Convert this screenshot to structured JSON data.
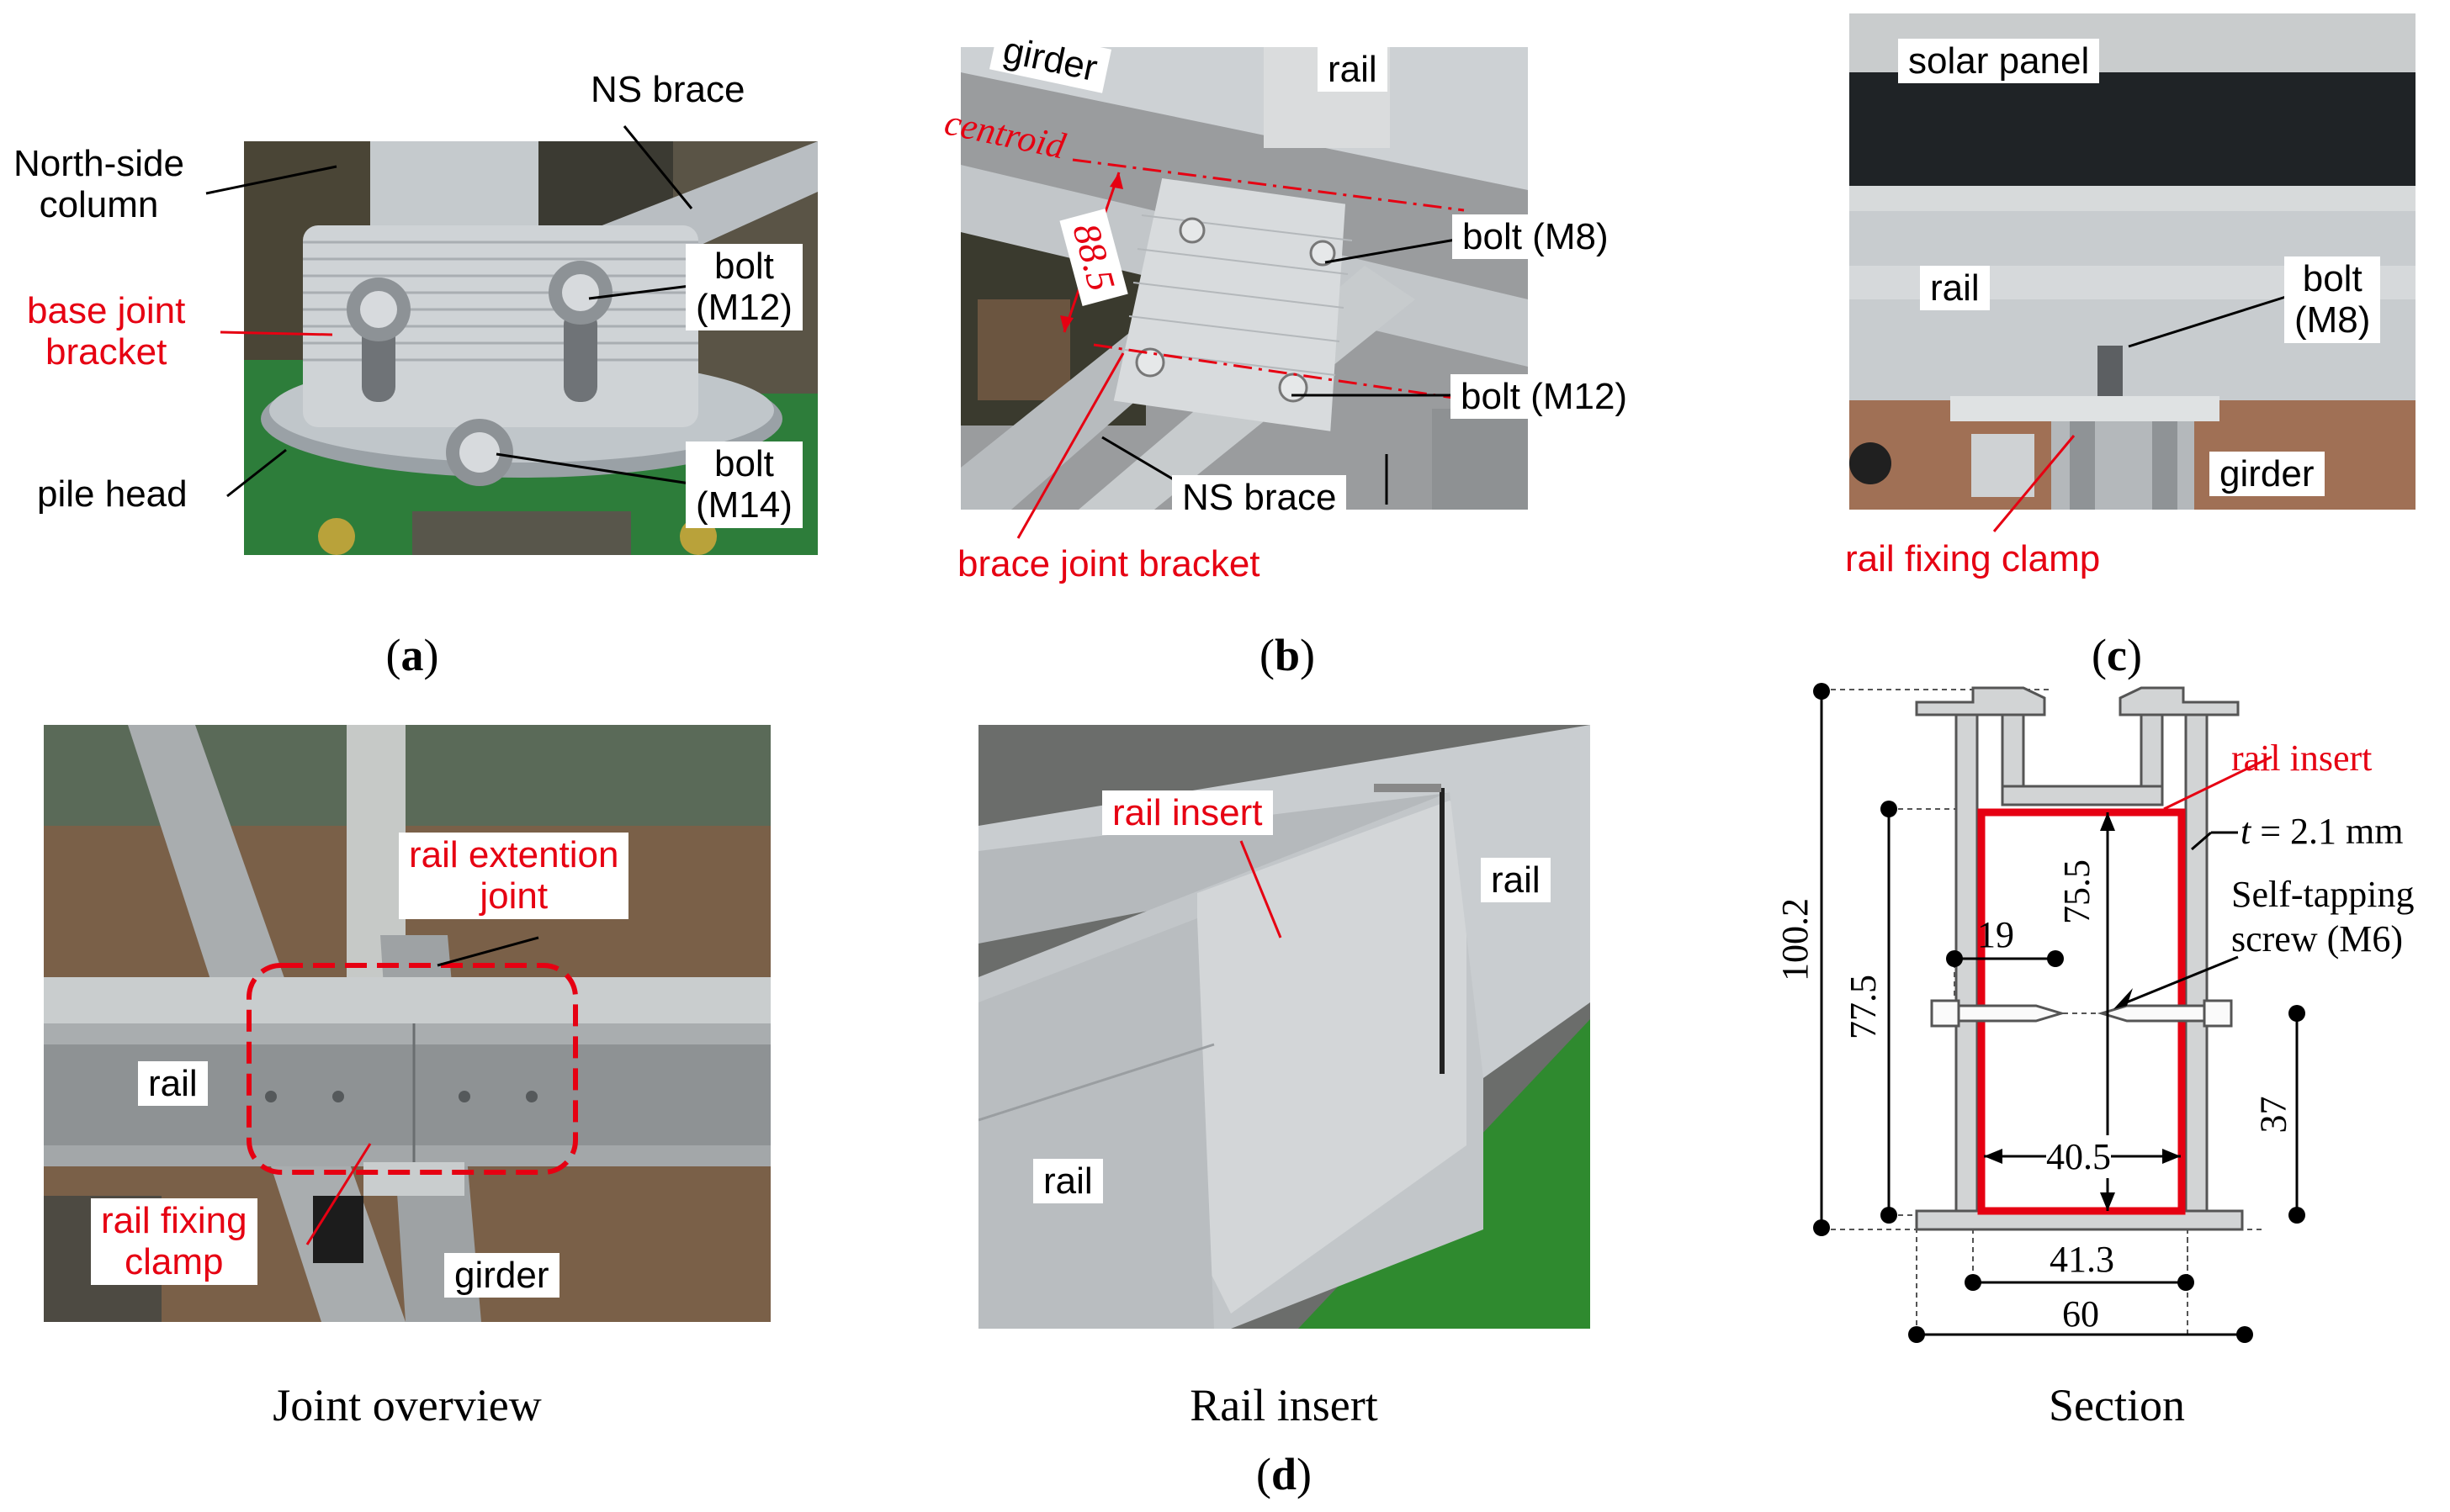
{
  "panel_a": {
    "caption": "a",
    "labels": {
      "ns_brace": "NS brace",
      "north_side_column": "North-side\ncolumn",
      "base_joint_bracket": "base joint\nbracket",
      "bolt_m12": "bolt\n(M12)",
      "pile_head": "pile head",
      "bolt_m14": "bolt\n(M14)"
    }
  },
  "panel_b": {
    "caption": "b",
    "labels": {
      "girder": "girder",
      "rail": "rail",
      "centroid": "centroid",
      "dim_88_5": "88.5",
      "bolt_m8": "bolt (M8)",
      "bolt_m12": "bolt (M12)",
      "ns_brace": "NS brace",
      "brace_joint_bracket": "brace joint bracket"
    }
  },
  "panel_c": {
    "caption": "c",
    "labels": {
      "solar_panel": "solar panel",
      "rail": "rail",
      "bolt_m8": "bolt\n(M8)",
      "girder": "girder",
      "rail_fixing_clamp": "rail fixing clamp"
    }
  },
  "panel_d": {
    "caption": "d",
    "joint_overview": {
      "title": "Joint overview",
      "labels": {
        "rail_extension_joint": "rail extention\njoint",
        "rail": "rail",
        "rail_fixing_clamp": "rail fixing\nclamp",
        "girder": "girder"
      }
    },
    "rail_insert": {
      "title": "Rail insert",
      "labels": {
        "rail_insert": "rail insert",
        "rail_right": "rail",
        "rail_left": "rail"
      }
    },
    "section": {
      "title": "Section",
      "labels": {
        "rail_insert": "rail insert",
        "thickness_var": "t",
        "thickness_value": " = 2.1 mm",
        "screw": "Self-tapping\nscrew (M6)"
      },
      "dimensions": {
        "d100_2": "100.2",
        "d77_5": "77.5",
        "d19": "19",
        "d75_5": "75.5",
        "d40_5": "40.5",
        "d37": "37",
        "d41_3": "41.3",
        "d60": "60"
      }
    }
  },
  "colors": {
    "annotation_red": "#e60012",
    "aluminium": "#c9cdd0",
    "floor_green": "#2f8a2f"
  }
}
